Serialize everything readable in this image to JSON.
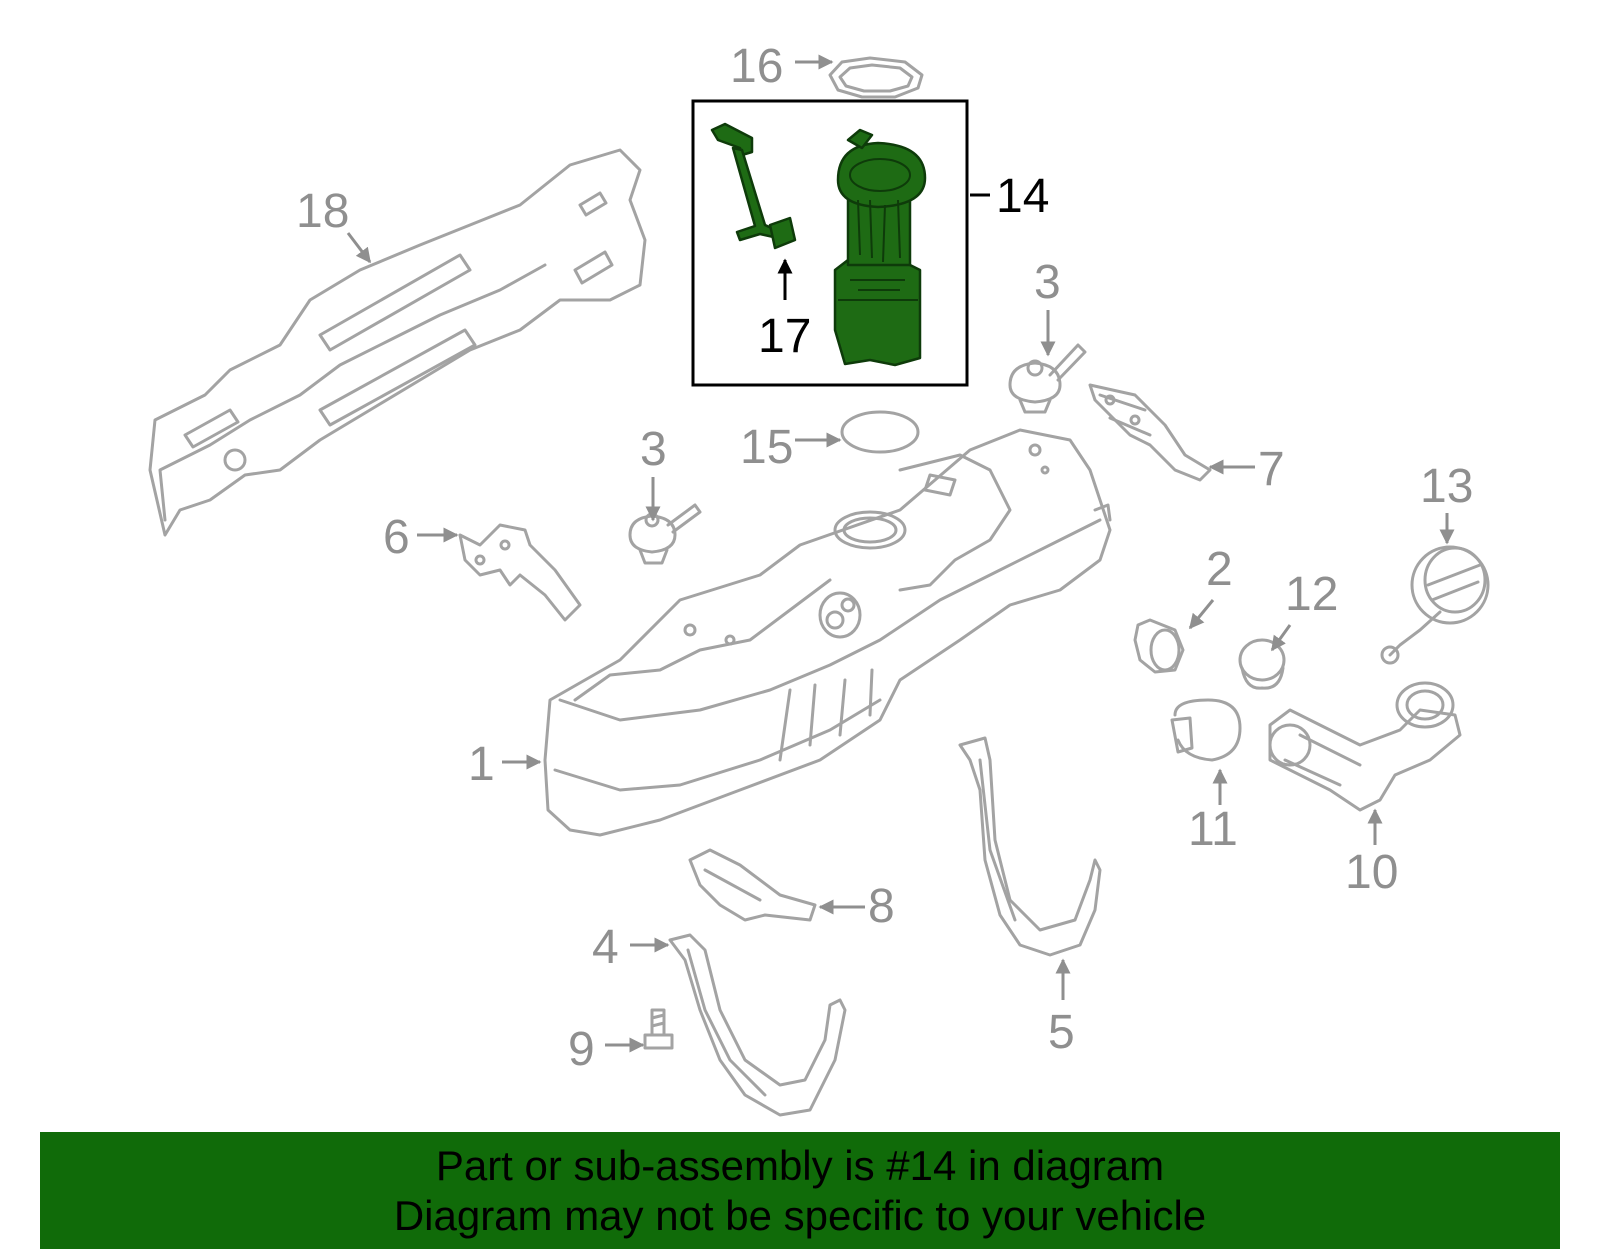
{
  "diagram": {
    "highlighted_callout": "14",
    "colors": {
      "highlight": "#1e6b14",
      "banner": "#106b09",
      "part_outline": "#a3a3a3",
      "callout_text": "#8f8f8f"
    },
    "callouts": {
      "c1": "1",
      "c2": "2",
      "c3a": "3",
      "c3b": "3",
      "c4": "4",
      "c5": "5",
      "c6": "6",
      "c7": "7",
      "c8": "8",
      "c9": "9",
      "c10": "10",
      "c11": "11",
      "c12": "12",
      "c13": "13",
      "c14": "14",
      "c15": "15",
      "c16": "16",
      "c17": "17",
      "c18": "18"
    }
  },
  "banner": {
    "line1": "Part or sub-assembly is #14 in diagram",
    "line2": "Diagram may not be specific to your vehicle"
  }
}
